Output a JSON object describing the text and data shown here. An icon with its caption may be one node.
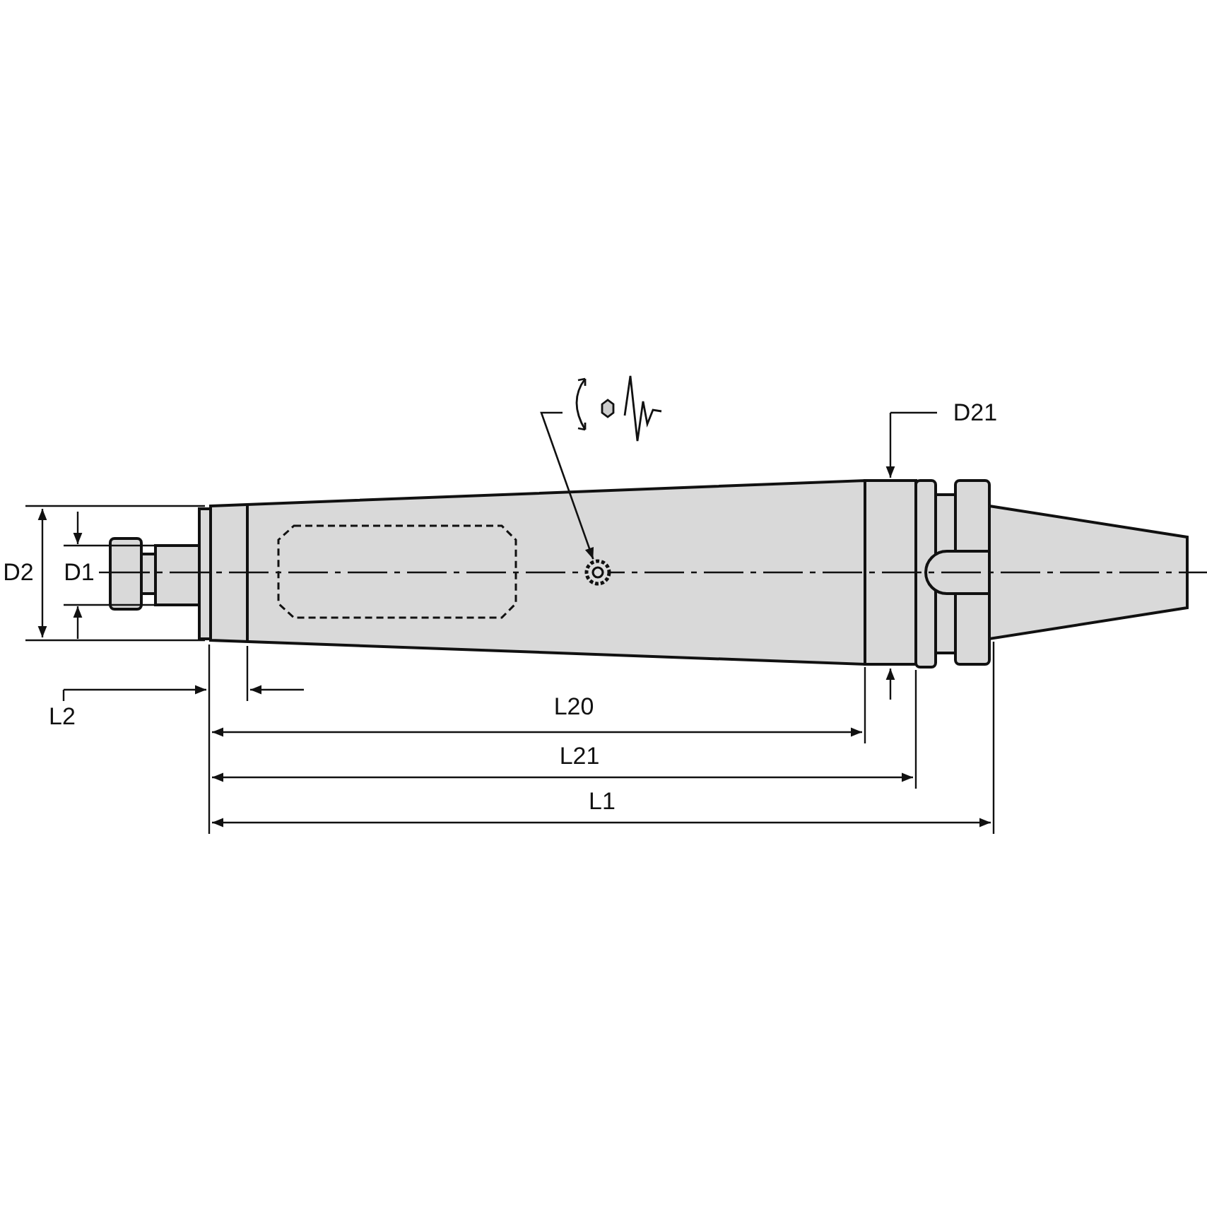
{
  "diagram": {
    "nodes": [
      {
        "text": [],
        "shape": "picture"
      },
      {
        "text": [],
        "shape": "circle"
      }
    ],
    "edges": [
      {
        "from": 0,
        "to": 1,
        "arrow": "to"
      }
    ],
    "labels": [
      "D2",
      "D1",
      "D21",
      "L2",
      "L20",
      "L21",
      "L1"
    ]
  }
}
